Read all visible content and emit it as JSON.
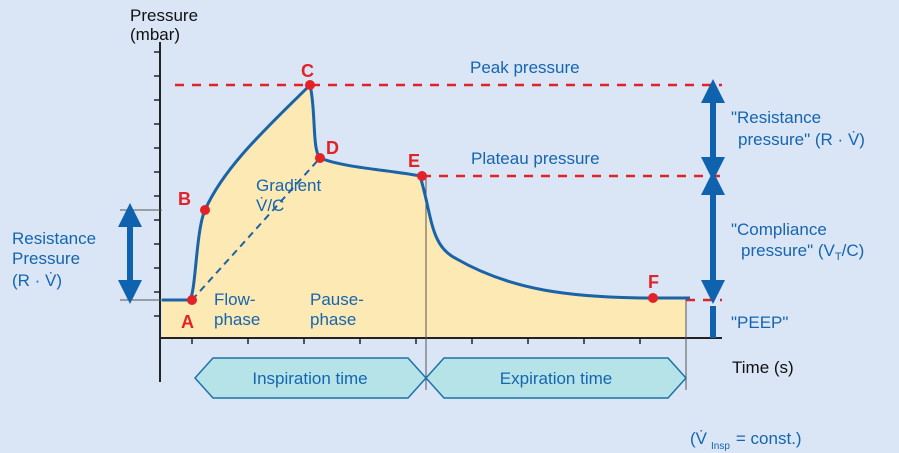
{
  "axis": {
    "y_label_line1": "Pressure",
    "y_label_line2": "(mbar)",
    "x_label": "Time (s)"
  },
  "points": {
    "a": "A",
    "b": "B",
    "c": "C",
    "d": "D",
    "e": "E",
    "f": "F"
  },
  "labels": {
    "peak_pressure": "Peak pressure",
    "plateau_pressure": "Plateau pressure",
    "gradient_line1": "Gradient",
    "gradient_line2": "V̇/C",
    "flow_line1": "Flow-",
    "flow_line2": "phase",
    "pause_line1": "Pause-",
    "pause_line2": "phase",
    "resistance_left_line1": "Resistance",
    "resistance_left_line2": "Pressure",
    "resistance_left_line3": "(R · V̇)",
    "resistance_right_line1": "\"Resistance",
    "resistance_right_line2": "pressure\" (R · V̇)",
    "compliance_line1": "\"Compliance",
    "compliance_line2a": "pressure\" (V",
    "compliance_sub": "T",
    "compliance_line2b": "/C)",
    "peep": "\"PEEP\"",
    "footnote_open": "(V̇",
    "footnote_sub": "Insp",
    "footnote_close": "= const.)"
  },
  "phases": {
    "inspiration": "Inspiration time",
    "expiration": "Expiration time"
  },
  "colors": {
    "background": "#dae6f5",
    "area_fill": "#fde9b3",
    "curve": "#1a63a8",
    "arrow": "#0f62ad",
    "reference_dash": "#e32227",
    "point": "#e32227",
    "phase_fill": "#b5e3e8",
    "phase_stroke": "#1d72a8",
    "text_blue": "#1565b0"
  }
}
